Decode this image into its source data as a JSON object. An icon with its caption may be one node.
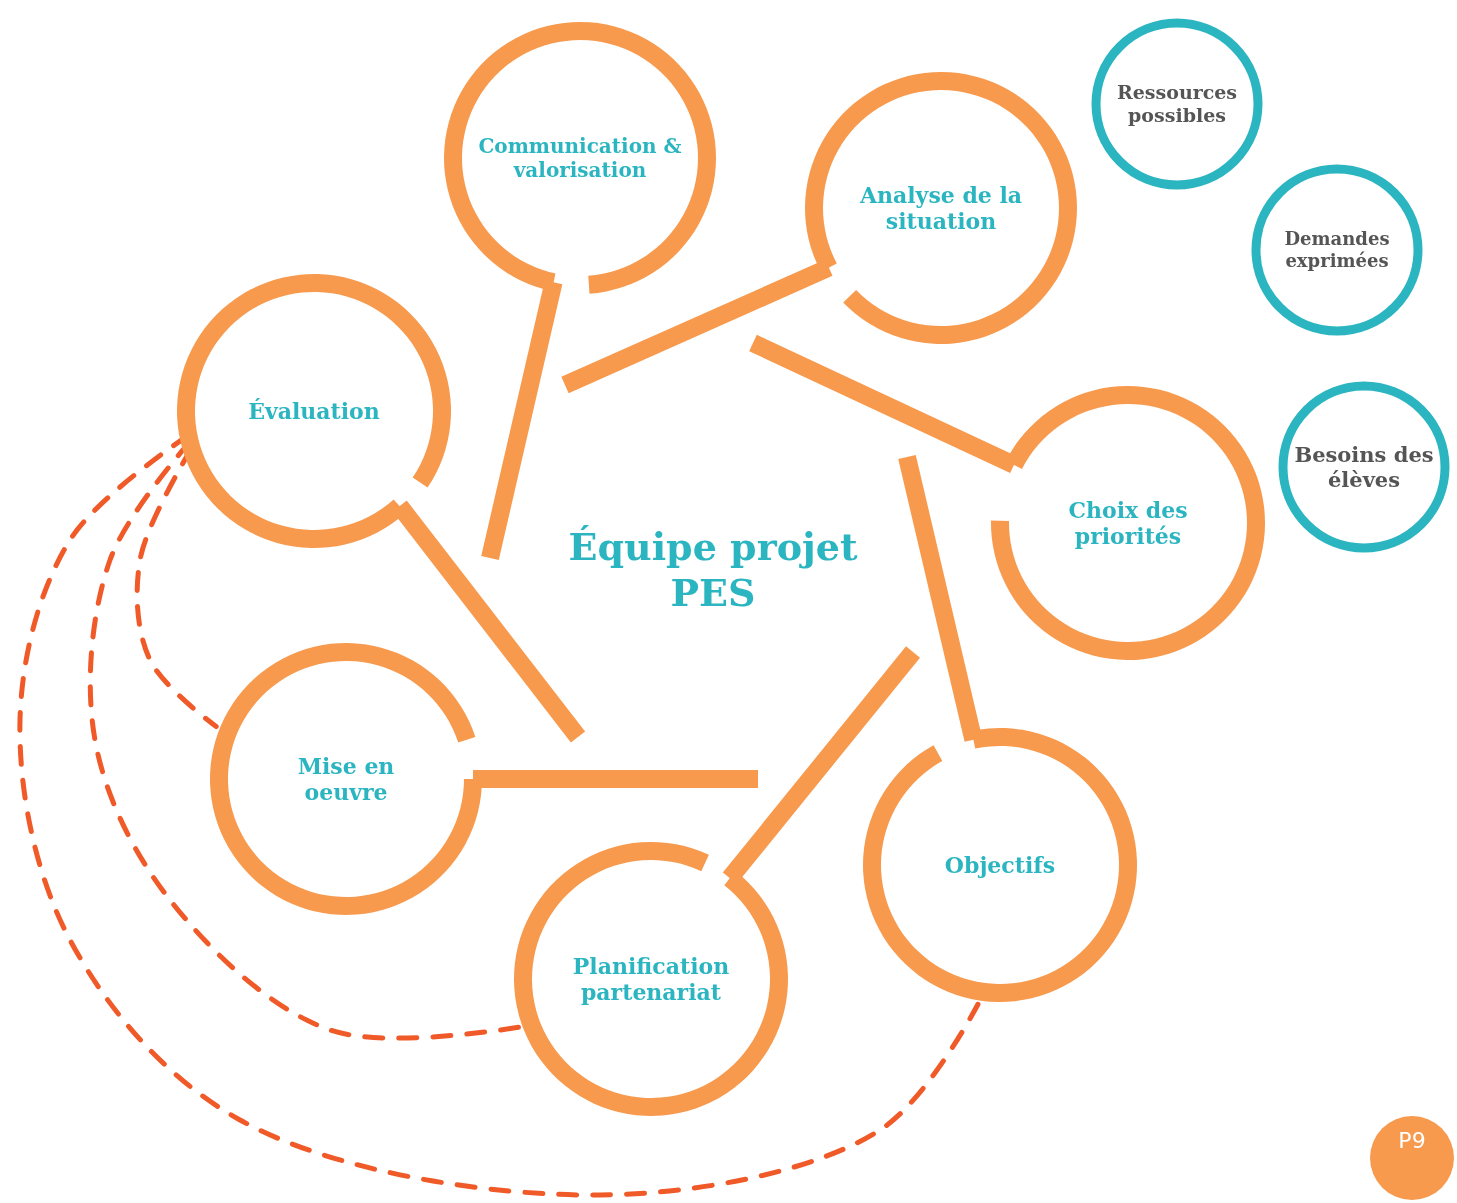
{
  "diagram": {
    "nodes": [
      {
        "text": [
          "Équipe projet PES"
        ]
      },
      {
        "text": [
          "Communication & valorisation"
        ]
      },
      {
        "text": [
          "Analyse de la situation"
        ]
      },
      {
        "text": [
          "Évaluation"
        ]
      },
      {
        "text": [
          "Choix des priorités"
        ]
      },
      {
        "text": [
          "Mise en oeuvre"
        ]
      },
      {
        "text": [
          "Objectifs"
        ]
      },
      {
        "text": [
          "Planification partenariat"
        ]
      },
      {
        "text": [
          "Ressources possibles"
        ]
      },
      {
        "text": [
          "Demandes exprimées"
        ]
      },
      {
        "text": [
          "Besoins des élèves"
        ]
      }
    ],
    "edges": [
      {
        "from": 1,
        "to": null,
        "arrow": "none"
      },
      {
        "from": 2,
        "to": null,
        "arrow": "none"
      },
      {
        "from": 4,
        "to": null,
        "arrow": "none"
      },
      {
        "from": 6,
        "to": null,
        "arrow": "none"
      },
      {
        "from": 7,
        "to": null,
        "arrow": "none"
      },
      {
        "from": 5,
        "to": null,
        "arrow": "none"
      },
      {
        "from": 3,
        "to": null,
        "arrow": "none"
      },
      {
        "from": 3,
        "to": 5,
        "arrow": "none",
        "style": "dashed",
        "color": "#f05a28"
      },
      {
        "from": 3,
        "to": 7,
        "arrow": "none",
        "style": "dashed",
        "color": "#f05a28"
      },
      {
        "from": 3,
        "to": 6,
        "arrow": "none",
        "style": "dashed",
        "color": "#f05a28"
      }
    ],
    "labels": [
      "P9"
    ]
  }
}
